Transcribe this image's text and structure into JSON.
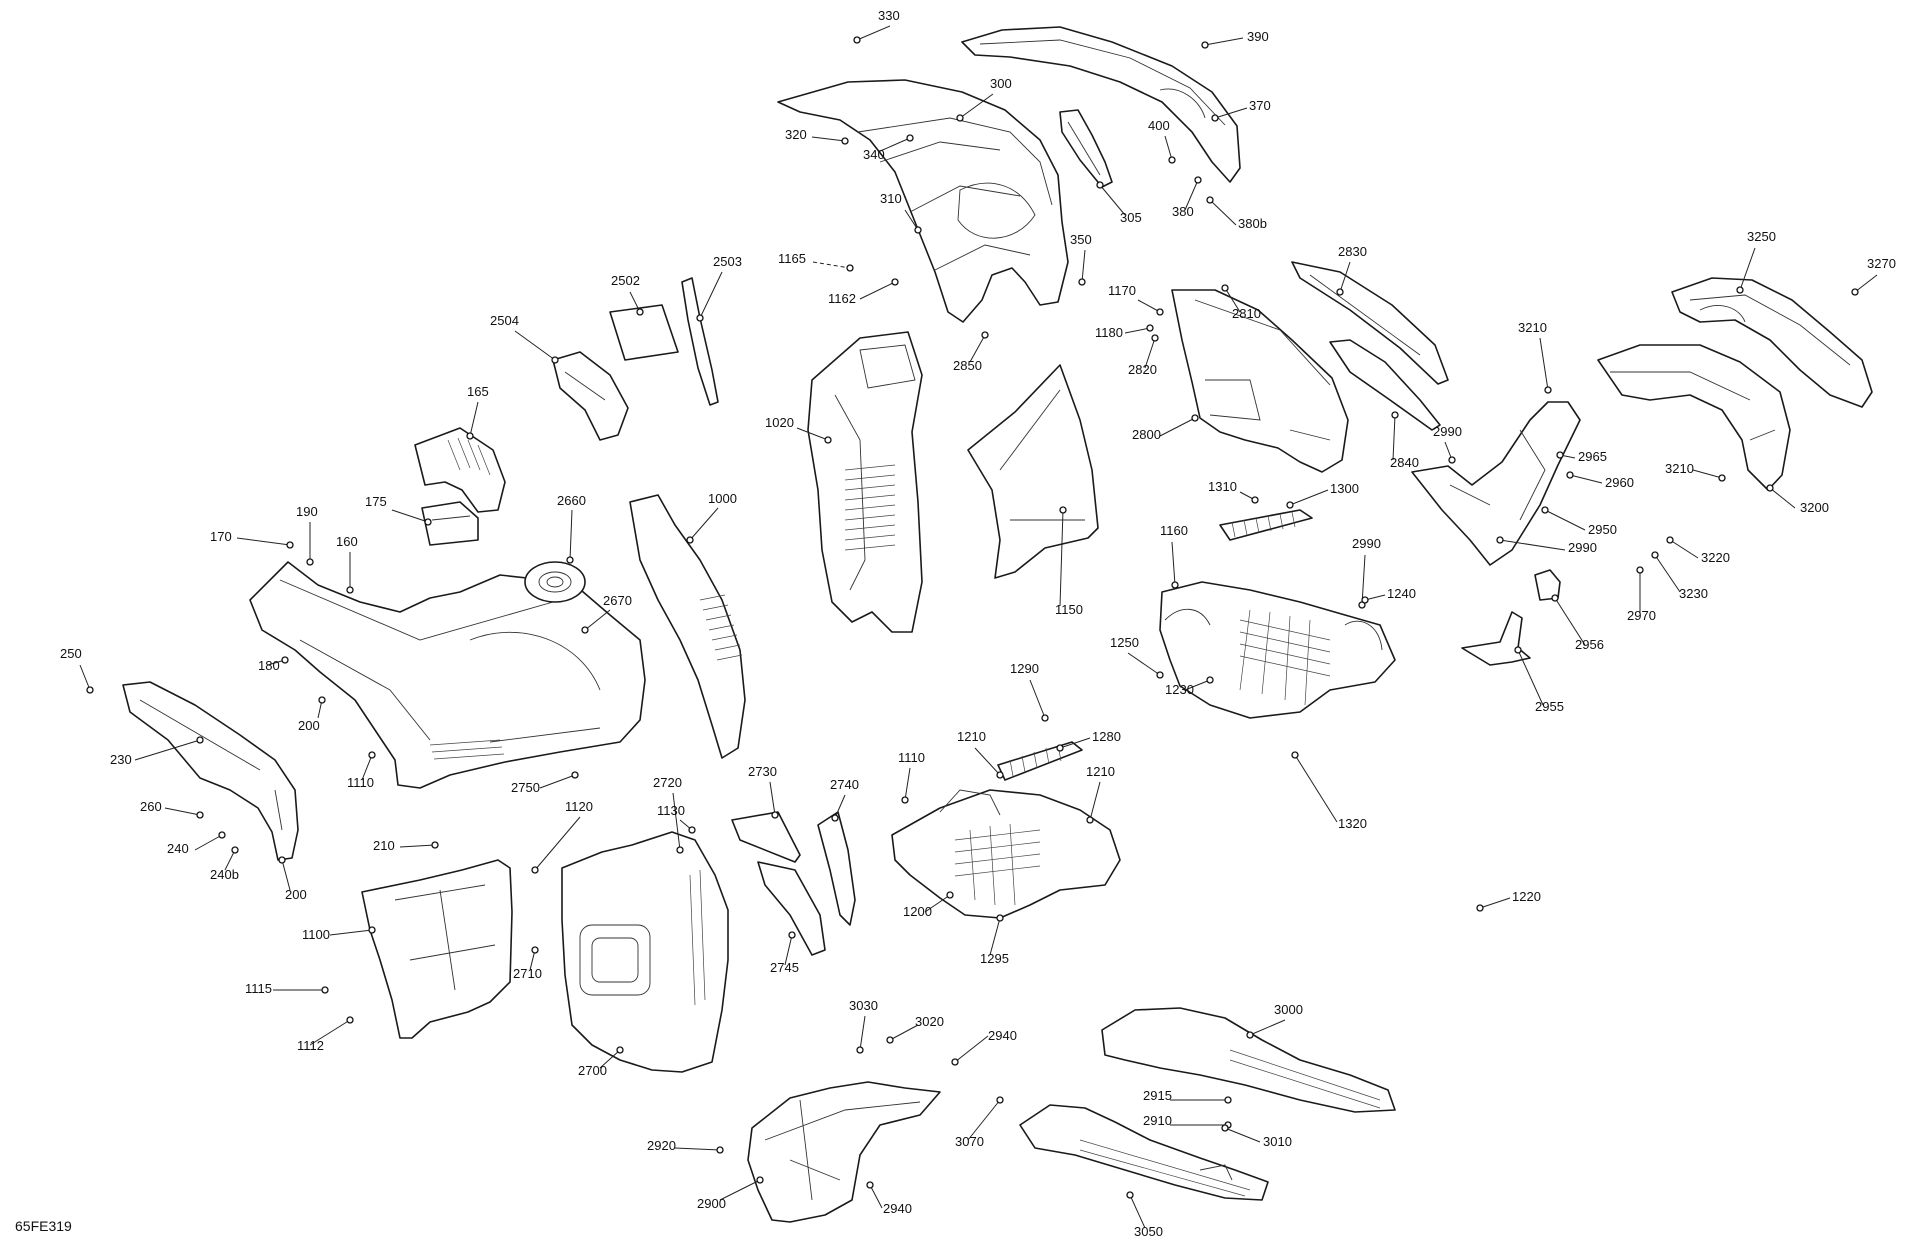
{
  "diagram_code": "65FE319",
  "parts": [
    {
      "id": "p330",
      "number": "330"
    },
    {
      "id": "p390",
      "number": "390"
    },
    {
      "id": "p300",
      "number": "300"
    },
    {
      "id": "p370",
      "number": "370"
    },
    {
      "id": "p320",
      "number": "320"
    },
    {
      "id": "p340",
      "number": "340"
    },
    {
      "id": "p400",
      "number": "400"
    },
    {
      "id": "p305",
      "number": "305"
    },
    {
      "id": "p310",
      "number": "310"
    },
    {
      "id": "p380",
      "number": "380"
    },
    {
      "id": "p380b",
      "number": "380b"
    },
    {
      "id": "p350",
      "number": "350"
    },
    {
      "id": "p1165",
      "number": "1165"
    },
    {
      "id": "p1162",
      "number": "1162"
    },
    {
      "id": "p2503",
      "number": "2503"
    },
    {
      "id": "p2502",
      "number": "2502"
    },
    {
      "id": "p2504",
      "number": "2504"
    },
    {
      "id": "p2850",
      "number": "2850"
    },
    {
      "id": "p2830",
      "number": "2830"
    },
    {
      "id": "p1170",
      "number": "1170"
    },
    {
      "id": "p2810",
      "number": "2810"
    },
    {
      "id": "p1180",
      "number": "1180"
    },
    {
      "id": "p2820",
      "number": "2820"
    },
    {
      "id": "p3250",
      "number": "3250"
    },
    {
      "id": "p3270",
      "number": "3270"
    },
    {
      "id": "p3210a",
      "number": "3210"
    },
    {
      "id": "p165",
      "number": "165"
    },
    {
      "id": "p1020",
      "number": "1020"
    },
    {
      "id": "p2800",
      "number": "2800"
    },
    {
      "id": "p2840",
      "number": "2840"
    },
    {
      "id": "p2990a",
      "number": "2990"
    },
    {
      "id": "p2965",
      "number": "2965"
    },
    {
      "id": "p2960",
      "number": "2960"
    },
    {
      "id": "p3210b",
      "number": "3210"
    },
    {
      "id": "p3200",
      "number": "3200"
    },
    {
      "id": "p175",
      "number": "175"
    },
    {
      "id": "p1000",
      "number": "1000"
    },
    {
      "id": "p190",
      "number": "190"
    },
    {
      "id": "p2660",
      "number": "2660"
    },
    {
      "id": "p1310",
      "number": "1310"
    },
    {
      "id": "p1300",
      "number": "1300"
    },
    {
      "id": "p2950",
      "number": "2950"
    },
    {
      "id": "p170",
      "number": "170"
    },
    {
      "id": "p160",
      "number": "160"
    },
    {
      "id": "p1160",
      "number": "1160"
    },
    {
      "id": "p2990b",
      "number": "2990"
    },
    {
      "id": "p2990c",
      "number": "2990"
    },
    {
      "id": "p3220",
      "number": "3220"
    },
    {
      "id": "p3230",
      "number": "3230"
    },
    {
      "id": "p1150",
      "number": "1150"
    },
    {
      "id": "p2670",
      "number": "2670"
    },
    {
      "id": "p1240",
      "number": "1240"
    },
    {
      "id": "p2970",
      "number": "2970"
    },
    {
      "id": "p2956",
      "number": "2956"
    },
    {
      "id": "p250",
      "number": "250"
    },
    {
      "id": "p180",
      "number": "180"
    },
    {
      "id": "p1250",
      "number": "1250"
    },
    {
      "id": "p1230",
      "number": "1230"
    },
    {
      "id": "p1290",
      "number": "1290"
    },
    {
      "id": "p200a",
      "number": "200"
    },
    {
      "id": "p2955",
      "number": "2955"
    },
    {
      "id": "p230",
      "number": "230"
    },
    {
      "id": "p1110a",
      "number": "1110"
    },
    {
      "id": "p2750",
      "number": "2750"
    },
    {
      "id": "p1280",
      "number": "1280"
    },
    {
      "id": "p1210a",
      "number": "1210"
    },
    {
      "id": "p1110b",
      "number": "1110"
    },
    {
      "id": "p1210b",
      "number": "1210"
    },
    {
      "id": "p2730",
      "number": "2730"
    },
    {
      "id": "p2720",
      "number": "2720"
    },
    {
      "id": "p2740",
      "number": "2740"
    },
    {
      "id": "p1320",
      "number": "1320"
    },
    {
      "id": "p260",
      "number": "260"
    },
    {
      "id": "p1120",
      "number": "1120"
    },
    {
      "id": "p1130",
      "number": "1130"
    },
    {
      "id": "p240",
      "number": "240"
    },
    {
      "id": "p210",
      "number": "210"
    },
    {
      "id": "p240b",
      "number": "240b"
    },
    {
      "id": "p200b",
      "number": "200"
    },
    {
      "id": "p1220",
      "number": "1220"
    },
    {
      "id": "p1200",
      "number": "1200"
    },
    {
      "id": "p1100",
      "number": "1100"
    },
    {
      "id": "p2710",
      "number": "2710"
    },
    {
      "id": "p1295",
      "number": "1295"
    },
    {
      "id": "p2745",
      "number": "2745"
    },
    {
      "id": "p1115",
      "number": "1115"
    },
    {
      "id": "p1112",
      "number": "1112"
    },
    {
      "id": "p2700",
      "number": "2700"
    },
    {
      "id": "p3030",
      "number": "3030"
    },
    {
      "id": "p3000",
      "number": "3000"
    },
    {
      "id": "p3020",
      "number": "3020"
    },
    {
      "id": "p2940a",
      "number": "2940"
    },
    {
      "id": "p2915",
      "number": "2915"
    },
    {
      "id": "p2910",
      "number": "2910"
    },
    {
      "id": "p3010",
      "number": "3010"
    },
    {
      "id": "p3070",
      "number": "3070"
    },
    {
      "id": "p2920",
      "number": "2920"
    },
    {
      "id": "p2900",
      "number": "2900"
    },
    {
      "id": "p2940b",
      "number": "2940"
    },
    {
      "id": "p3050",
      "number": "3050"
    }
  ]
}
